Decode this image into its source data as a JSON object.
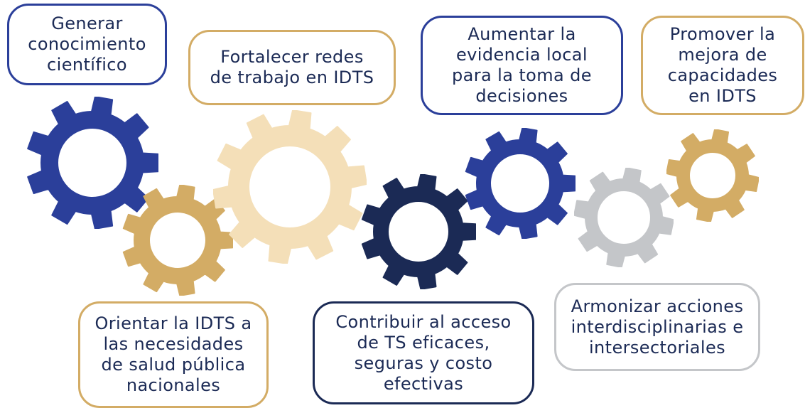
{
  "colors": {
    "blue": "#2b3f9a",
    "gold": "#d3ac65",
    "beige": "#f4dfb8",
    "navy": "#1b2a55",
    "gray": "#c4c6c9",
    "text": "#1b2a55"
  },
  "gears": [
    {
      "name": "gear-blue-large",
      "color": "#2b3f9a"
    },
    {
      "name": "gear-gold-left",
      "color": "#d3ac65"
    },
    {
      "name": "gear-beige-center",
      "color": "#f4dfb8"
    },
    {
      "name": "gear-navy",
      "color": "#1b2a55"
    },
    {
      "name": "gear-blue-right",
      "color": "#2b3f9a"
    },
    {
      "name": "gear-gray",
      "color": "#c4c6c9"
    },
    {
      "name": "gear-gold-right",
      "color": "#d3ac65"
    }
  ],
  "objectives": {
    "generar": "Generar\nconocimiento\ncientífico",
    "fortalecer": "Fortalecer redes\nde trabajo en IDTS",
    "aumentar": "Aumentar la\nevidencia local\npara la toma de\ndecisiones",
    "promover": "Promover la\nmejora de\ncapacidades\nen IDTS",
    "orientar": "Orientar la IDTS a\nlas necesidades\nde salud pública\nnacionales",
    "contribuir": "Contribuir al acceso\nde TS eficaces,\nseguras y costo\nefectivas",
    "armonizar": "Armonizar acciones\ninterdisciplinarias e\nintersectoriales"
  }
}
